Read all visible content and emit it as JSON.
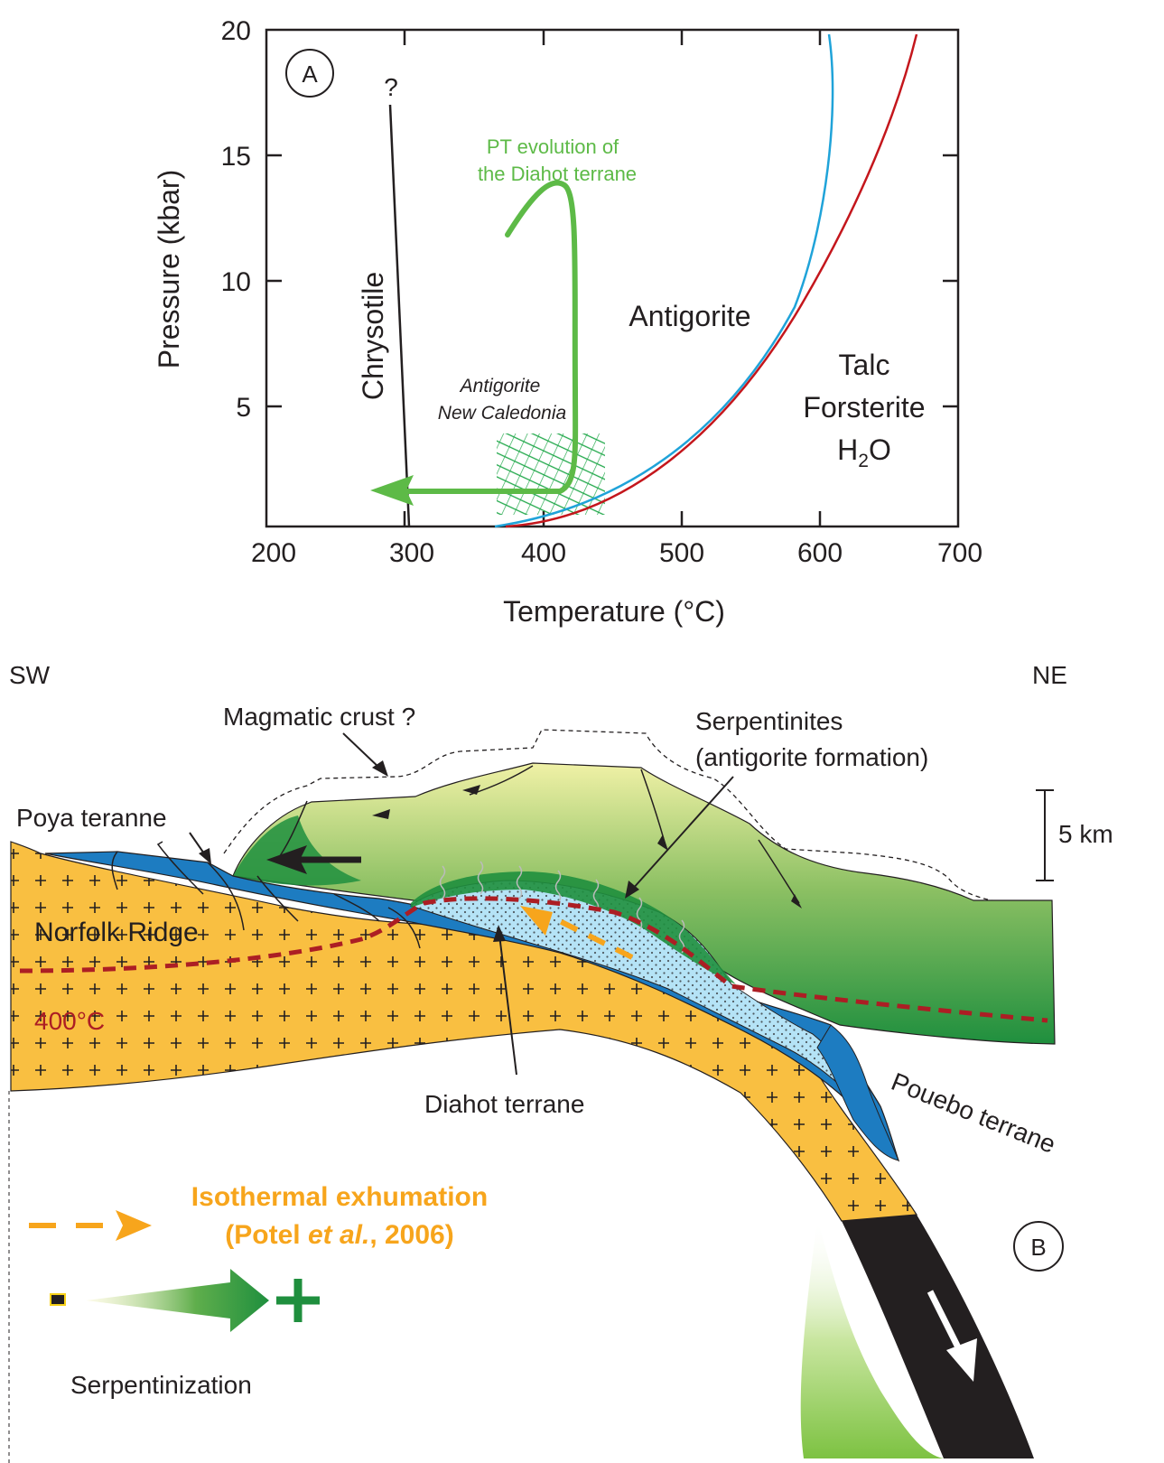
{
  "panel_a": {
    "label": "A",
    "x_axis_title": "Temperature (°C)",
    "y_axis_title": "Pressure (kbar)",
    "x_ticks": [
      "200",
      "300",
      "400",
      "500",
      "600",
      "700"
    ],
    "y_ticks": [
      "20",
      "15",
      "10",
      "5"
    ],
    "x_range": [
      200,
      700
    ],
    "y_range": [
      0,
      20
    ],
    "question_mark": "?",
    "field_chrysotile": "Chrysotile",
    "field_antigorite": "Antigorite",
    "field_talc": "Talc",
    "field_forsterite": "Forsterite",
    "field_h2o_main": "H",
    "field_h2o_sub": "2",
    "field_h2o_tail": "O",
    "pt_label_line1": "PT evolution of",
    "pt_label_line2": "the Diahot terrane",
    "box_label_line1": "Antigorite",
    "box_label_line2": "New Caledonia",
    "colors": {
      "pt_path": "#5dba47",
      "hatch": "#20a84a",
      "curve_blue": "#1fa3d9",
      "curve_red": "#c4161c"
    }
  },
  "panel_b": {
    "label": "B",
    "sw": "SW",
    "ne": "NE",
    "magmatic_crust": "Magmatic crust ?",
    "serp_line1": "Serpentinites",
    "serp_line2": "(antigorite formation)",
    "poya": "Poya teranne",
    "scale": "5 km",
    "norfolk": "Norfolk Ridge",
    "isotherm": "400°C",
    "diahot": "Diahot terrane",
    "pouebo": "Pouebo terrane",
    "legend_exhumation_line1": "Isothermal exhumation",
    "legend_exhumation_line2_a": "(Potel ",
    "legend_exhumation_line2_b": "et al.",
    "legend_exhumation_line2_c": ", 2006)",
    "legend_minus": "-",
    "legend_plus": "+",
    "legend_serpentinization": "Serpentinization",
    "colors": {
      "norfolk": "#f9bf41",
      "blue_unit": "#1d7cc1",
      "diahot": "#b5e3f6",
      "mantle_dark": "#1f8f3e",
      "mantle_light": "#e6eca0",
      "isotherm": "#ac1e24",
      "exhumation": "#f7a51c",
      "slab": "#231f20"
    }
  }
}
